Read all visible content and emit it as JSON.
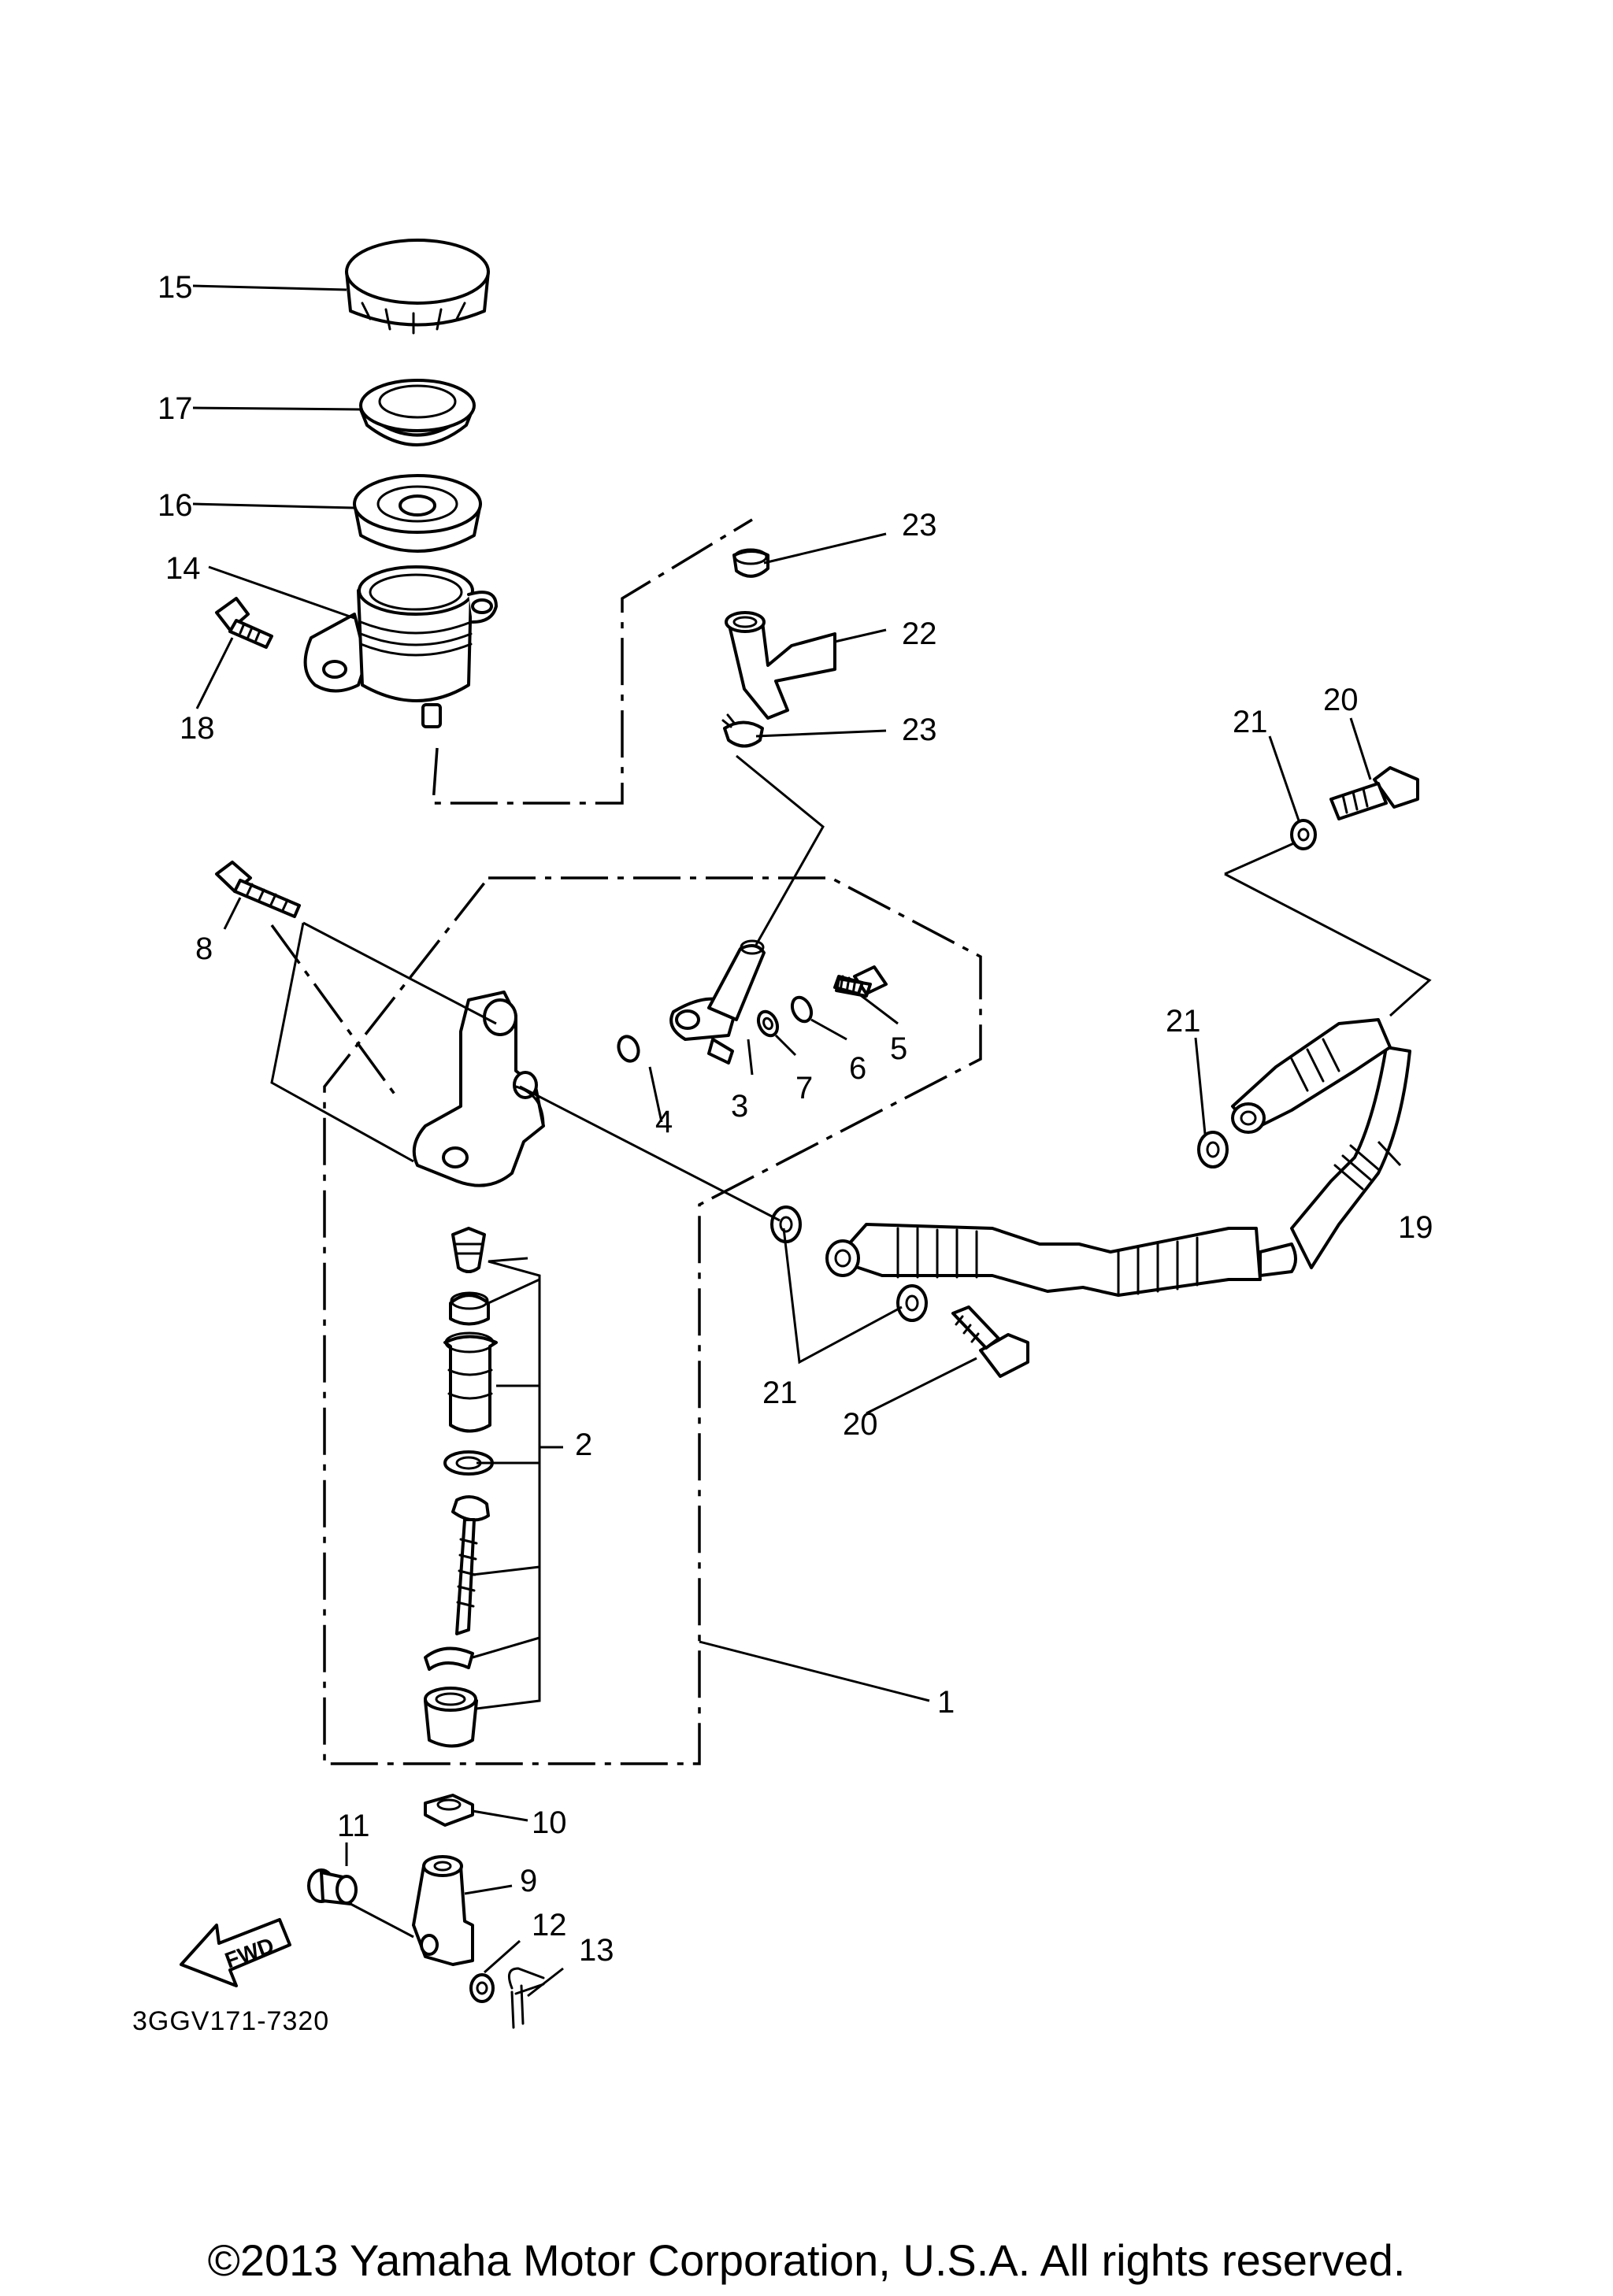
{
  "callouts": {
    "p1": "1",
    "p2": "2",
    "p3": "3",
    "p4": "4",
    "p5": "5",
    "p6": "6",
    "p7": "7",
    "p8": "8",
    "p9": "9",
    "p10": "10",
    "p11": "11",
    "p12": "12",
    "p13": "13",
    "p14": "14",
    "p15": "15",
    "p16": "16",
    "p17": "17",
    "p18": "18",
    "p19": "19",
    "p20a": "20",
    "p20b": "20",
    "p21a": "21",
    "p21b": "21",
    "p21c": "21",
    "p22": "22",
    "p23a": "23",
    "p23b": "23"
  },
  "fwd_label": "FWD",
  "diagram_code": "3GGV171-7320",
  "copyright": "©2013 Yamaha Motor Corporation, U.S.A. All rights reserved."
}
